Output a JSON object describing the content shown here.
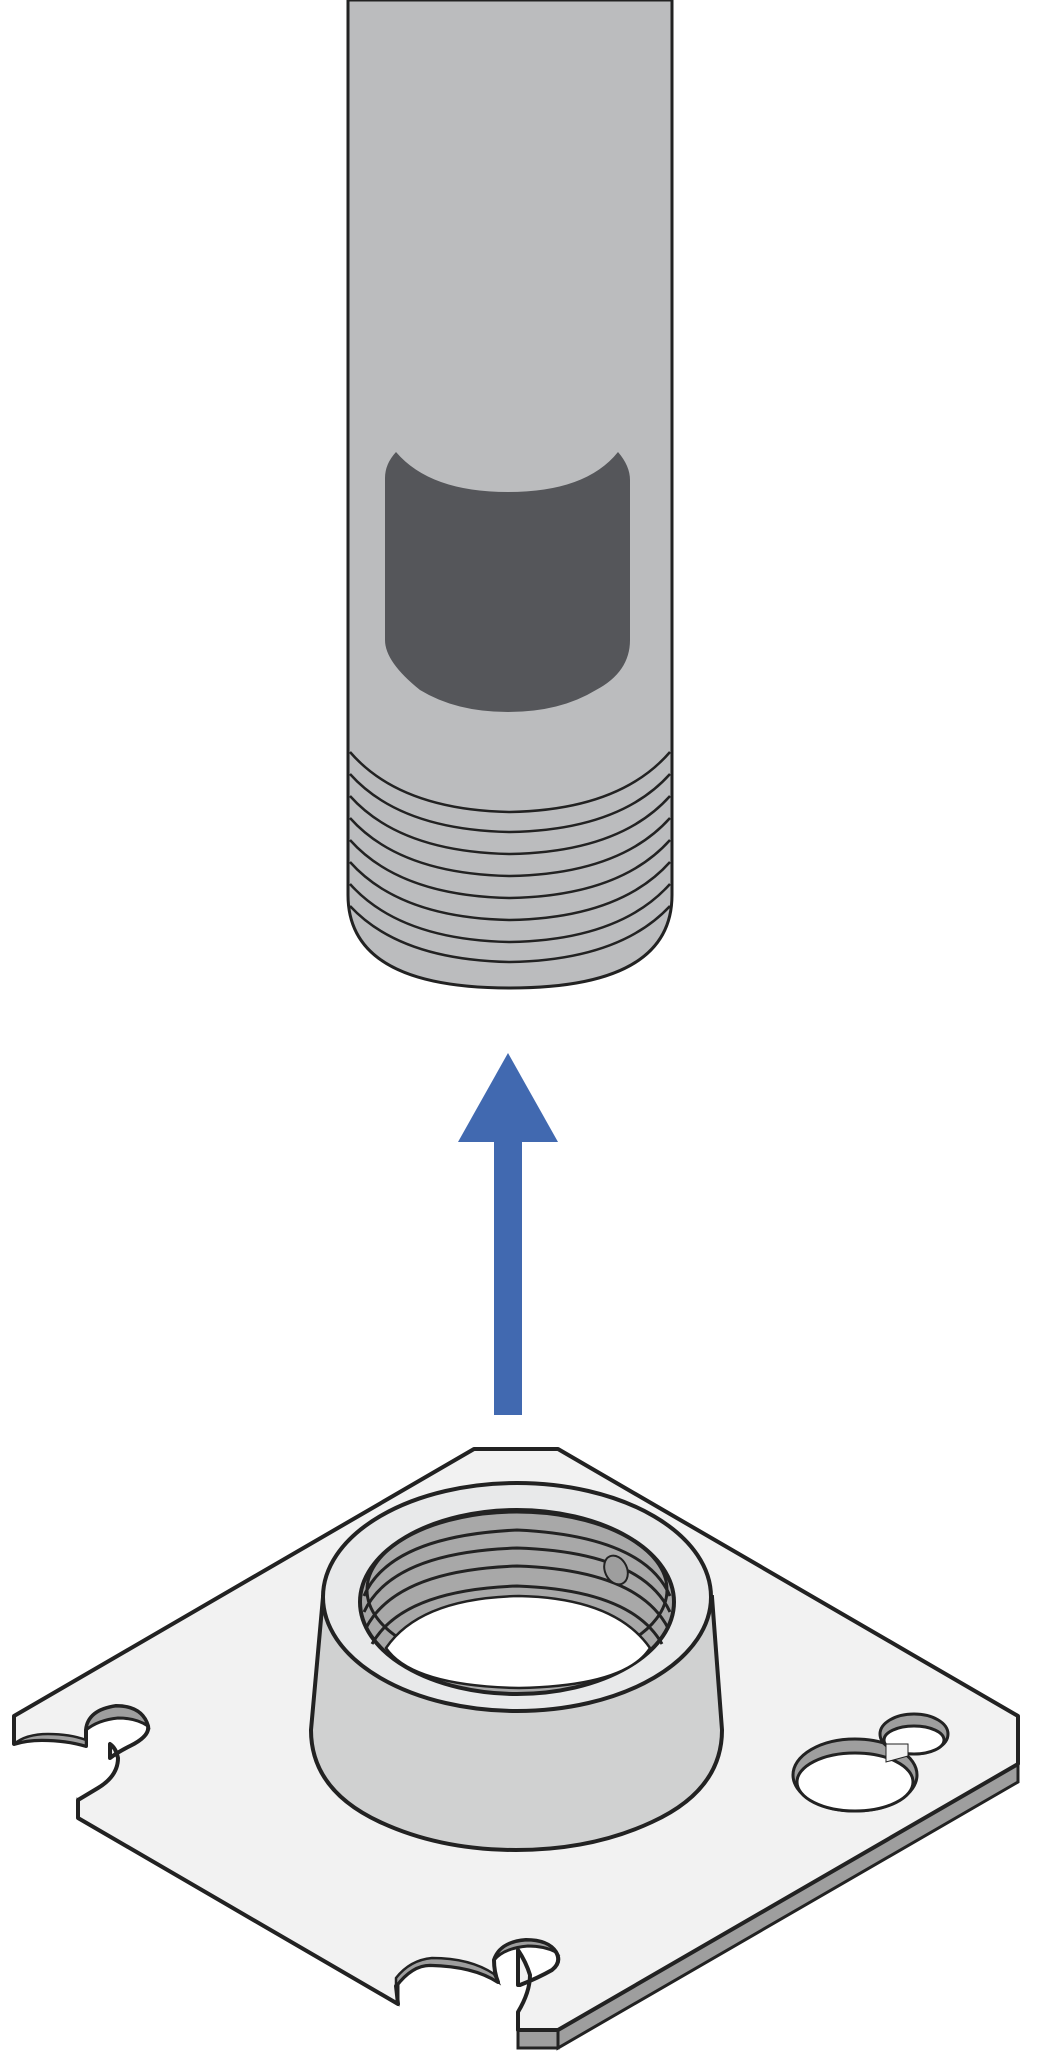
{
  "diagram": {
    "parts": [
      "threaded-pipe",
      "floor-flange"
    ],
    "action": "unscrew-upward",
    "colors": {
      "pipe_body": "#bbbcbe",
      "pipe_window": "#55565a",
      "outline": "#222222",
      "arrow": "#4169b0",
      "flange_plate": "#f2f2f2",
      "flange_edge": "#9e9e9e",
      "flange_collar_side": "#d0d1d1",
      "flange_collar_top": "#e8e9ea",
      "flange_thread": "#a8a8a8"
    },
    "icons": [
      "arrow-up-icon"
    ]
  }
}
